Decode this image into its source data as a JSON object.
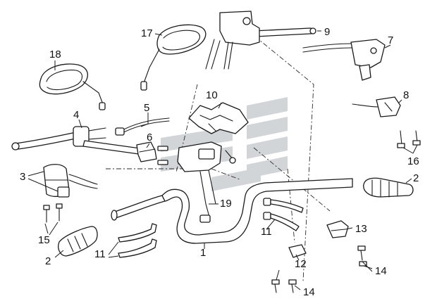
{
  "diagram": {
    "background": "#ffffff",
    "watermark_color": "#d2d5d8",
    "line_color": "#1a1a1a",
    "callouts": [
      {
        "id": "c1",
        "text": "1"
      },
      {
        "id": "c2a",
        "text": "2"
      },
      {
        "id": "c2b",
        "text": "2"
      },
      {
        "id": "c3",
        "text": "3"
      },
      {
        "id": "c4",
        "text": "4"
      },
      {
        "id": "c5",
        "text": "5"
      },
      {
        "id": "c6",
        "text": "6"
      },
      {
        "id": "c7",
        "text": "7"
      },
      {
        "id": "c8",
        "text": "8"
      },
      {
        "id": "c9",
        "text": "9"
      },
      {
        "id": "c10",
        "text": "10"
      },
      {
        "id": "c11a",
        "text": "11"
      },
      {
        "id": "c11b",
        "text": "11"
      },
      {
        "id": "c12",
        "text": "12"
      },
      {
        "id": "c13",
        "text": "13"
      },
      {
        "id": "c14a",
        "text": "14"
      },
      {
        "id": "c14b",
        "text": "14"
      },
      {
        "id": "c15",
        "text": "15"
      },
      {
        "id": "c16",
        "text": "16"
      },
      {
        "id": "c17",
        "text": "17"
      },
      {
        "id": "c18",
        "text": "18"
      },
      {
        "id": "c19",
        "text": "19"
      }
    ]
  }
}
